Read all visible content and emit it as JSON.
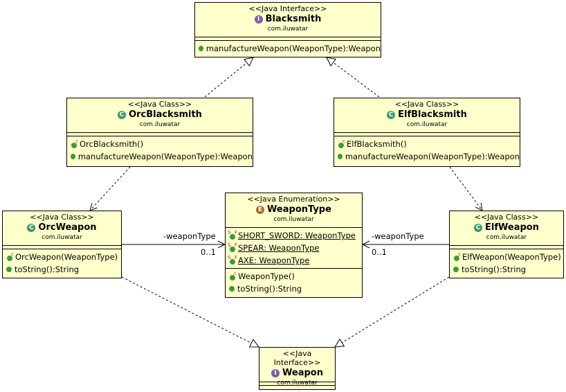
{
  "nodes": {
    "blacksmith": {
      "stereotype": "<<Java Interface>>",
      "name": "Blacksmith",
      "package": "com.iluwatar",
      "icon": "interface-icon",
      "methods": [
        "manufactureWeapon(WeaponType):Weapon"
      ]
    },
    "orc_blacksmith": {
      "stereotype": "<<Java Class>>",
      "name": "OrcBlacksmith",
      "package": "com.iluwatar",
      "icon": "class-icon",
      "methods": [
        "OrcBlacksmith()",
        "manufactureWeapon(WeaponType):Weapon"
      ]
    },
    "elf_blacksmith": {
      "stereotype": "<<Java Class>>",
      "name": "ElfBlacksmith",
      "package": "com.iluwatar",
      "icon": "class-icon",
      "methods": [
        "ElfBlacksmith()",
        "manufactureWeapon(WeaponType):Weapon"
      ]
    },
    "orc_weapon": {
      "stereotype": "<<Java Class>>",
      "name": "OrcWeapon",
      "package": "com.iluwatar",
      "icon": "class-icon",
      "methods": [
        "OrcWeapon(WeaponType)",
        "toString():String"
      ]
    },
    "weapon_type": {
      "stereotype": "<<Java Enumeration>>",
      "name": "WeaponType",
      "package": "com.iluwatar",
      "icon": "enum-icon",
      "fields": [
        "SHORT_SWORD: WeaponType",
        "SPEAR: WeaponType",
        "AXE: WeaponType"
      ],
      "methods": [
        "WeaponType()",
        "toString():String"
      ]
    },
    "elf_weapon": {
      "stereotype": "<<Java Class>>",
      "name": "ElfWeapon",
      "package": "com.iluwatar",
      "icon": "class-icon",
      "methods": [
        "ElfWeapon(WeaponType)",
        "toString():String"
      ]
    },
    "weapon": {
      "stereotype": "<<Java Interface>>",
      "name": "Weapon",
      "package": "com.iluwatar",
      "icon": "interface-icon"
    }
  },
  "associations": {
    "orc_weapon_type": {
      "role": "-weaponType",
      "multiplicity": "0..1"
    },
    "elf_weapon_type": {
      "role": "-weaponType",
      "multiplicity": "0..1"
    }
  },
  "icon_glyphs": {
    "interface": "I",
    "class": "C",
    "enum": "E"
  },
  "member_markers": {
    "constructor": "c",
    "static": "S",
    "final": "F"
  },
  "colors": {
    "node_fill": "#ffffcc",
    "edge": "#000000"
  }
}
